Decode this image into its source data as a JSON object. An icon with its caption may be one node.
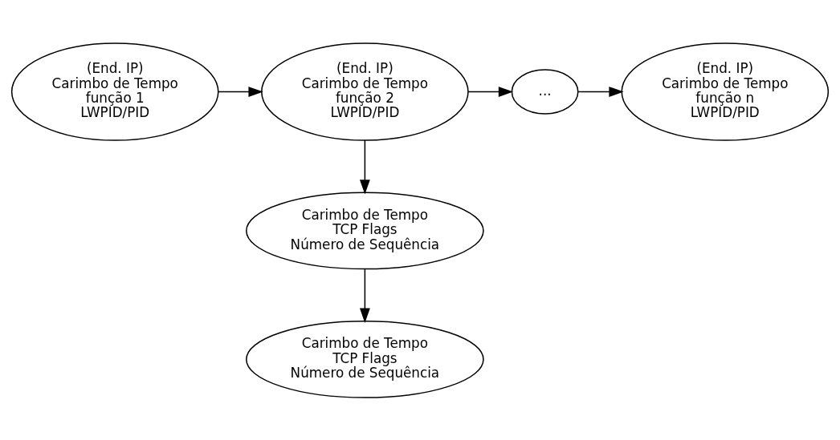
{
  "diagram": {
    "nodes": [
      {
        "text": [
          "(End. IP)",
          "Carimbo de Tempo",
          "função 1",
          "LWPID/PID"
        ]
      },
      {
        "text": [
          "(End. IP)",
          "Carimbo de Tempo",
          "função 2",
          "LWPID/PID"
        ]
      },
      {
        "text": [
          "..."
        ]
      },
      {
        "text": [
          "(End. IP)",
          "Carimbo de Tempo",
          "função n",
          "LWPID/PID"
        ]
      },
      {
        "text": [
          "Carimbo de Tempo",
          "TCP Flags",
          "Número de Sequência"
        ]
      },
      {
        "text": [
          "Carimbo de Tempo",
          "TCP Flags",
          "Número de Sequência"
        ]
      }
    ],
    "edges": [
      {
        "from": 0,
        "to": 1,
        "arrow": "to"
      },
      {
        "from": 1,
        "to": 2,
        "arrow": "to"
      },
      {
        "from": 2,
        "to": 3,
        "arrow": "to"
      },
      {
        "from": 1,
        "to": 4,
        "arrow": "to"
      },
      {
        "from": 4,
        "to": 5,
        "arrow": "to"
      }
    ]
  }
}
